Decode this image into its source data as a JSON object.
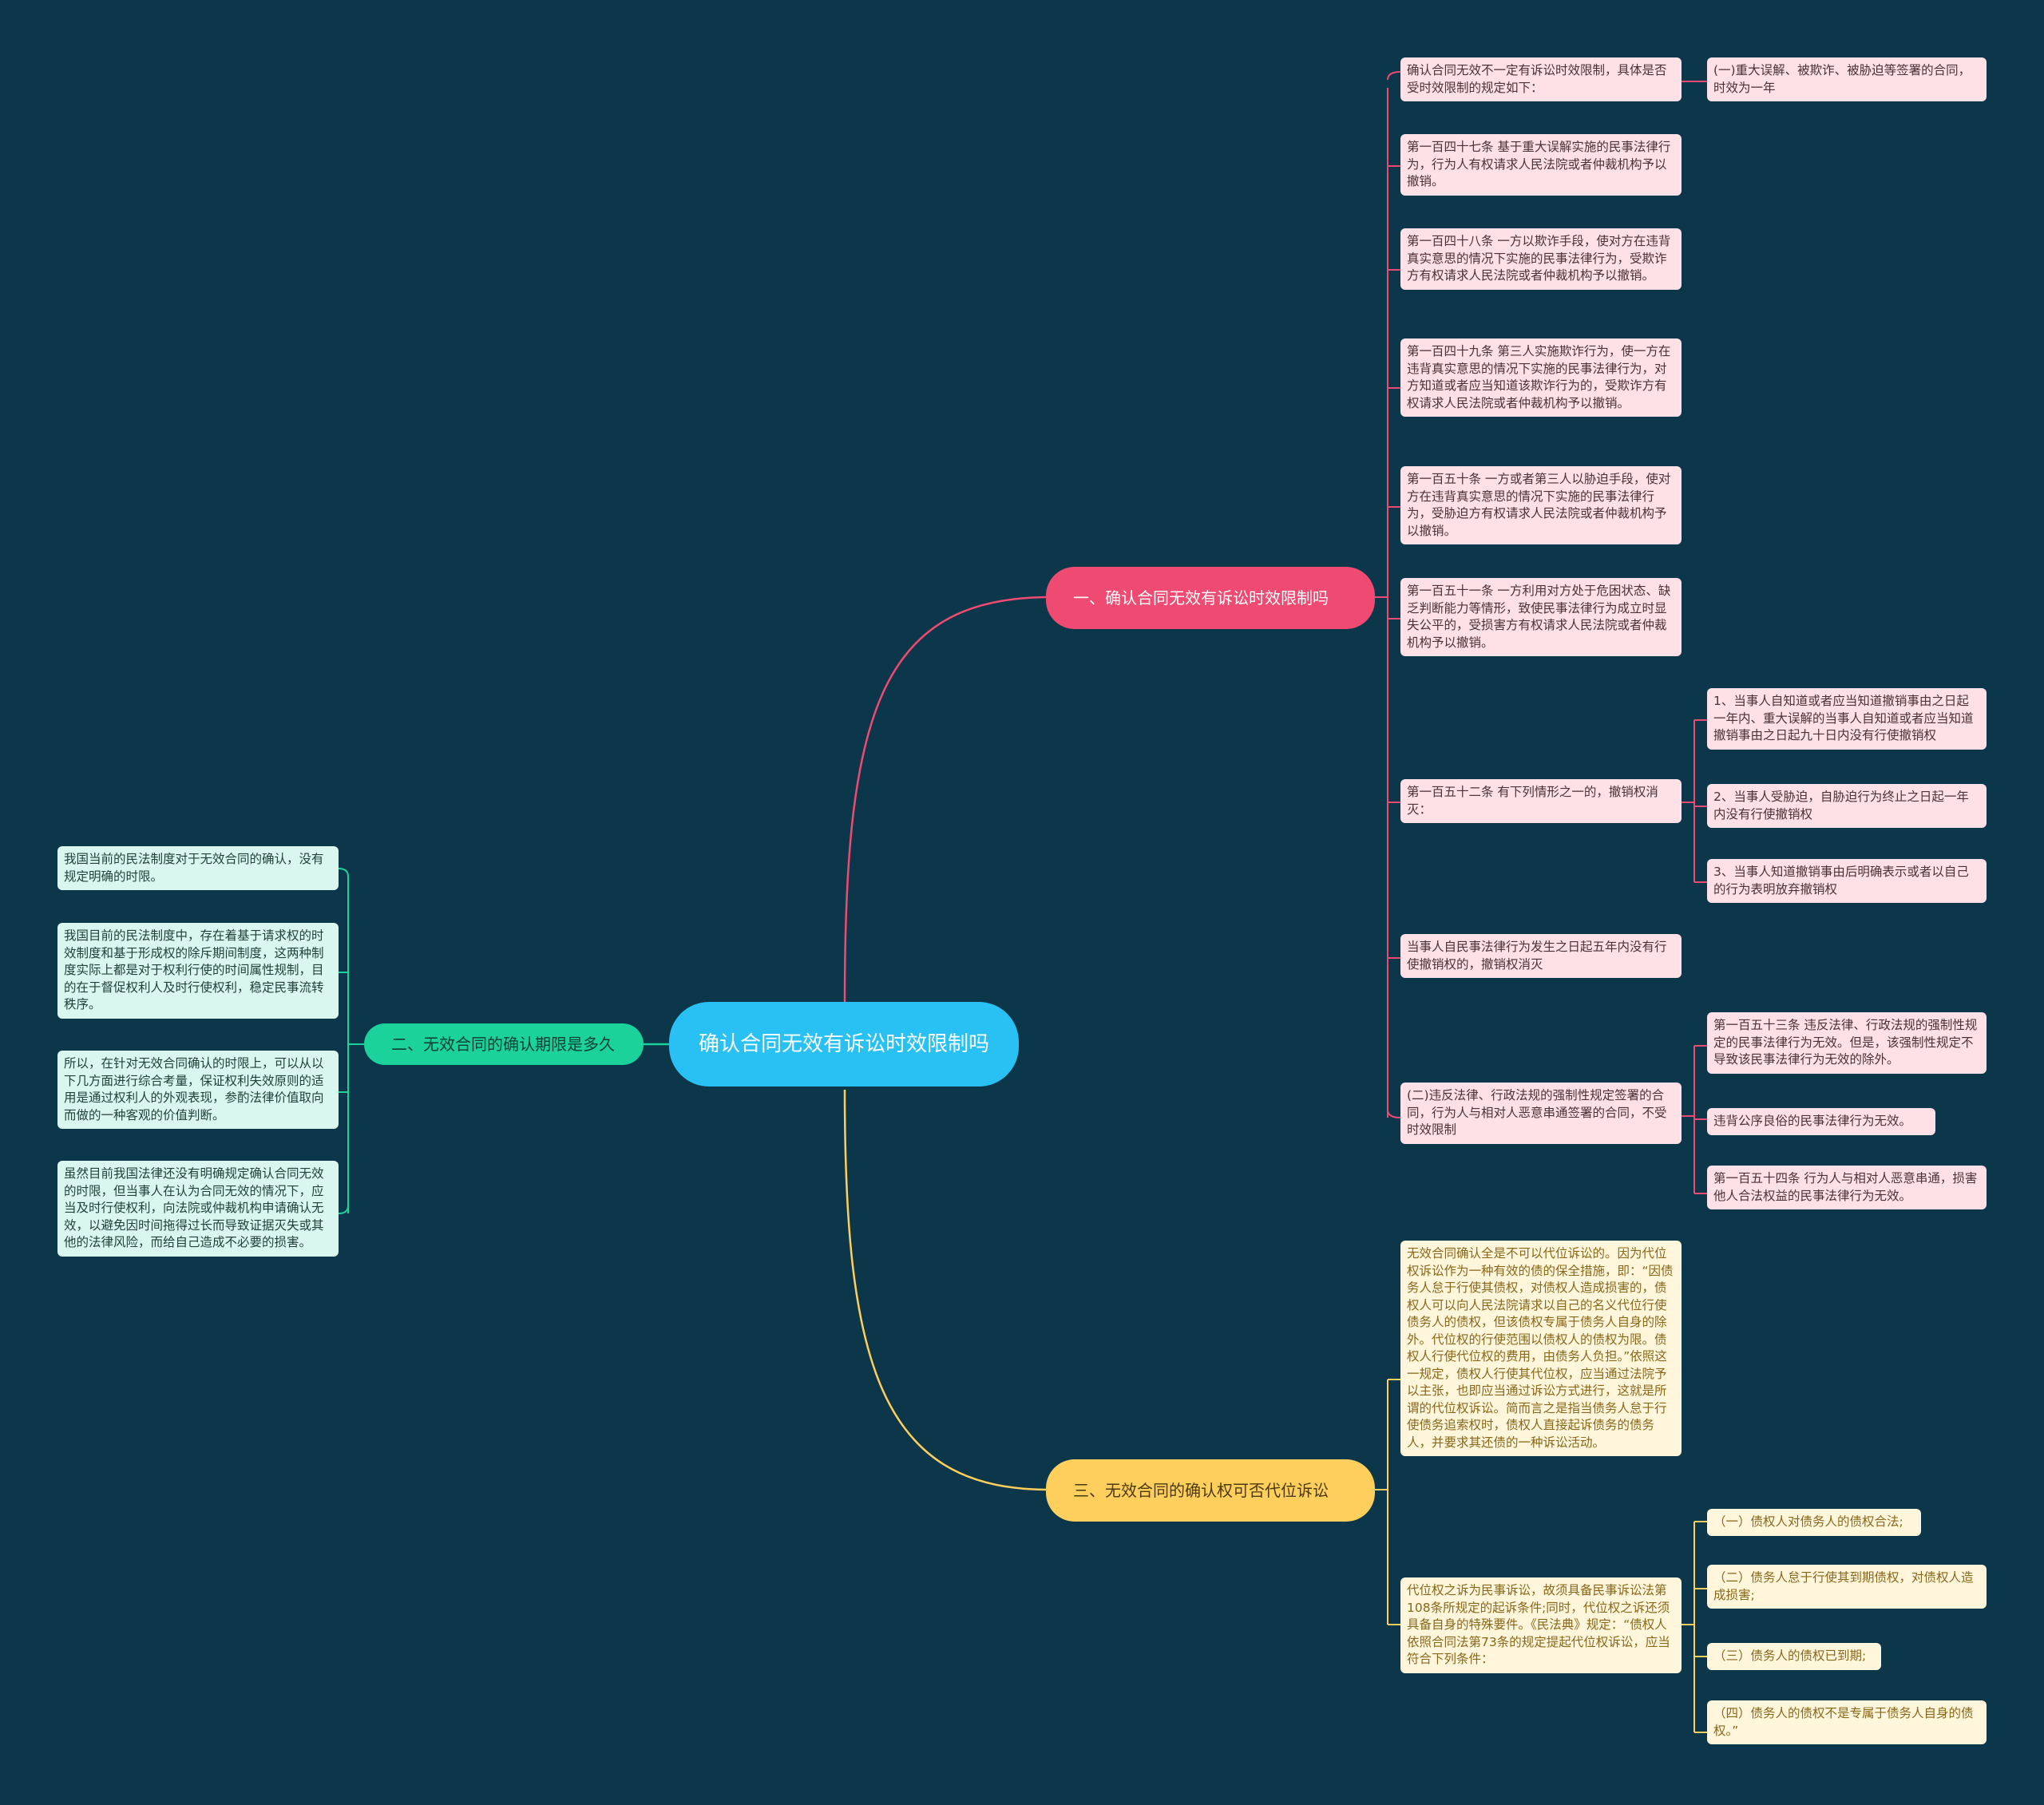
{
  "root": "确认合同无效有诉讼时效限制吗",
  "branches": {
    "b1": "一、确认合同无效有诉讼时效限制吗",
    "b2": "二、无效合同的确认期限是多久",
    "b3": "三、无效合同的确认权可否代位诉讼"
  },
  "b1_children": {
    "c1": "确认合同无效不一定有诉讼时效限制，具体是否受时效限制的规定如下：",
    "c1_1": "(一)重大误解、被欺诈、被胁迫等签署的合同，时效为一年",
    "c2": "第一百四十七条 基于重大误解实施的民事法律行为，行为人有权请求人民法院或者仲裁机构予以撤销。",
    "c3": "第一百四十八条 一方以欺诈手段，使对方在违背真实意思的情况下实施的民事法律行为，受欺诈方有权请求人民法院或者仲裁机构予以撤销。",
    "c4": "第一百四十九条 第三人实施欺诈行为，使一方在违背真实意思的情况下实施的民事法律行为，对方知道或者应当知道该欺诈行为的，受欺诈方有权请求人民法院或者仲裁机构予以撤销。",
    "c5": "第一百五十条 一方或者第三人以胁迫手段，使对方在违背真实意思的情况下实施的民事法律行为，受胁迫方有权请求人民法院或者仲裁机构予以撤销。",
    "c6": "第一百五十一条 一方利用对方处于危困状态、缺乏判断能力等情形，致使民事法律行为成立时显失公平的，受损害方有权请求人民法院或者仲裁机构予以撤销。",
    "c7": "第一百五十二条 有下列情形之一的，撤销权消灭：",
    "c7_1": "1、当事人自知道或者应当知道撤销事由之日起一年内、重大误解的当事人自知道或者应当知道撤销事由之日起九十日内没有行使撤销权",
    "c7_2": "2、当事人受胁迫，自胁迫行为终止之日起一年内没有行使撤销权",
    "c7_3": "3、当事人知道撤销事由后明确表示或者以自己的行为表明放弃撤销权",
    "c8": "当事人自民事法律行为发生之日起五年内没有行使撤销权的，撤销权消灭",
    "c9": "(二)违反法律、行政法规的强制性规定签署的合同，行为人与相对人恶意串通签署的合同，不受时效限制",
    "c9_1": "第一百五十三条 违反法律、行政法规的强制性规定的民事法律行为无效。但是，该强制性规定不导致该民事法律行为无效的除外。",
    "c9_2": "违背公序良俗的民事法律行为无效。",
    "c9_3": "第一百五十四条 行为人与相对人恶意串通，损害他人合法权益的民事法律行为无效。"
  },
  "b2_children": {
    "d1": "我国当前的民法制度对于无效合同的确认，没有规定明确的时限。",
    "d2": "我国目前的民法制度中，存在着基于请求权的时效制度和基于形成权的除斥期间制度，这两种制度实际上都是对于权利行使的时间属性规制，目的在于督促权利人及时行使权利，稳定民事流转秩序。",
    "d3": "所以，在针对无效合同确认的时限上，可以从以下几方面进行综合考量，保证权利失效原则的适用是通过权利人的外观表现，参酌法律价值取向而做的一种客观的价值判断。",
    "d4": "虽然目前我国法律还没有明确规定确认合同无效的时限，但当事人在认为合同无效的情况下，应当及时行使权利，向法院或仲裁机构申请确认无效，以避免因时间拖得过长而导致证据灭失或其他的法律风险，而给自己造成不必要的损害。"
  },
  "b3_children": {
    "e1": "无效合同确认全是不可以代位诉讼的。因为代位权诉讼作为一种有效的债的保全措施，即：“因债务人怠于行使其债权，对债权人造成损害的，债权人可以向人民法院请求以自己的名义代位行使债务人的债权，但该债权专属于债务人自身的除外。代位权的行使范围以债权人的债权为限。债权人行使代位权的费用，由债务人负担。”依照这一规定，债权人行使其代位权，应当通过法院予以主张，也即应当通过诉讼方式进行，这就是所谓的代位权诉讼。简而言之是指当债务人怠于行使债务追索权时，债权人直接起诉债务的债务人，并要求其还债的一种诉讼活动。",
    "e2": "代位权之诉为民事诉讼，故须具备民事诉讼法第108条所规定的起诉条件;同时，代位权之诉还须具备自身的特殊要件。《民法典》规定：“债权人依照合同法第73条的规定提起代位权诉讼，应当符合下列条件：",
    "e2_1": "（一）债权人对债务人的债权合法;",
    "e2_2": "（二）债务人怠于行使其到期债权，对债权人造成损害;",
    "e2_3": "（三）债务人的债权已到期;",
    "e2_4": "（四）债务人的债权不是专属于债务人自身的债权。”"
  },
  "colors": {
    "background": "#0c3649",
    "root": "#29c1f3",
    "branch1": "#ef4a72",
    "branch2": "#1ad29a",
    "branch3": "#ffcf5d"
  }
}
